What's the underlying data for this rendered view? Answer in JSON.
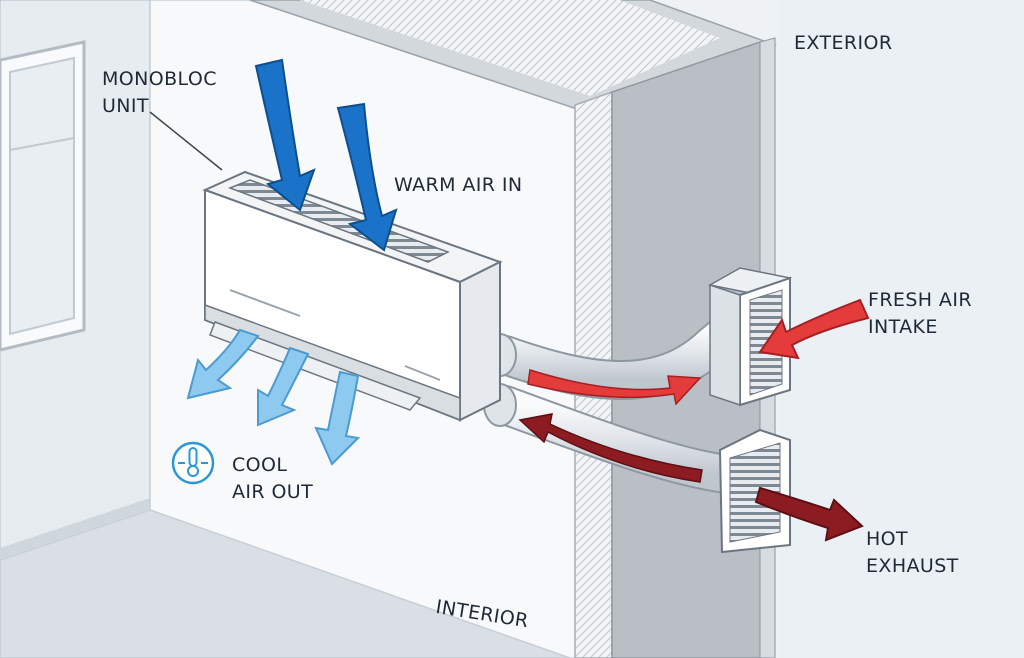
{
  "labels": {
    "monobloc_line1": "MONOBLOC",
    "monobloc_line2": "UNIT",
    "warm_air_in": "WARM AIR IN",
    "exterior": "EXTERIOR",
    "fresh_line1": "FRESH AIR",
    "fresh_line2": "INTAKE",
    "hot_line1": "HOT",
    "hot_line2": "EXHAUST",
    "cool_line1": "COOL",
    "cool_line2": "AIR OUT",
    "interior": "INTERIOR"
  },
  "icons": {
    "warm_air": "down-arrow-icon",
    "cool_air": "down-arrow-icon",
    "fresh_air": "left-arrow-icon",
    "hot_exhaust": "right-arrow-icon",
    "thermometer": "thermometer-icon",
    "vent": "vent-grille-icon"
  },
  "colors": {
    "warm_air_arrow": "#1a73c8",
    "cool_air_arrow": "#8ec9ef",
    "fresh_air_arrow": "#e43b3b",
    "hot_exhaust_arrow": "#8c1c22",
    "wall_core": "#b9bfc5",
    "interior_wall": "#f7f9fb"
  }
}
